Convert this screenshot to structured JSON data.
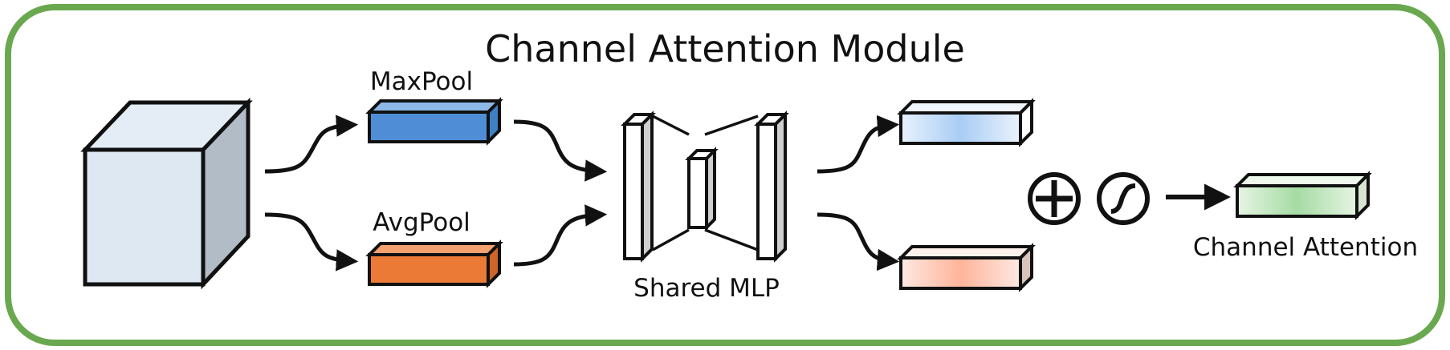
{
  "diagram": {
    "title": "Channel Attention Module",
    "labels": {
      "maxpool": "MaxPool",
      "avgpool": "AvgPool",
      "shared_mlp": "Shared MLP",
      "output": "Channel Attention"
    },
    "operators": {
      "add": "element-wise-sum-icon",
      "sigmoid": "sigmoid-icon"
    },
    "colors": {
      "border": "#6aa84f",
      "input_cube_front": "#dde8f3",
      "input_cube_side": "#b1bcc7",
      "maxpool_bar": "#4f8ed6",
      "avgpool_bar": "#ea7a35",
      "mlp_out_top": "#a9cdf5",
      "mlp_out_bottom": "#ffb49a",
      "attention_bar": "#a6dba4",
      "stroke": "#111111"
    }
  }
}
